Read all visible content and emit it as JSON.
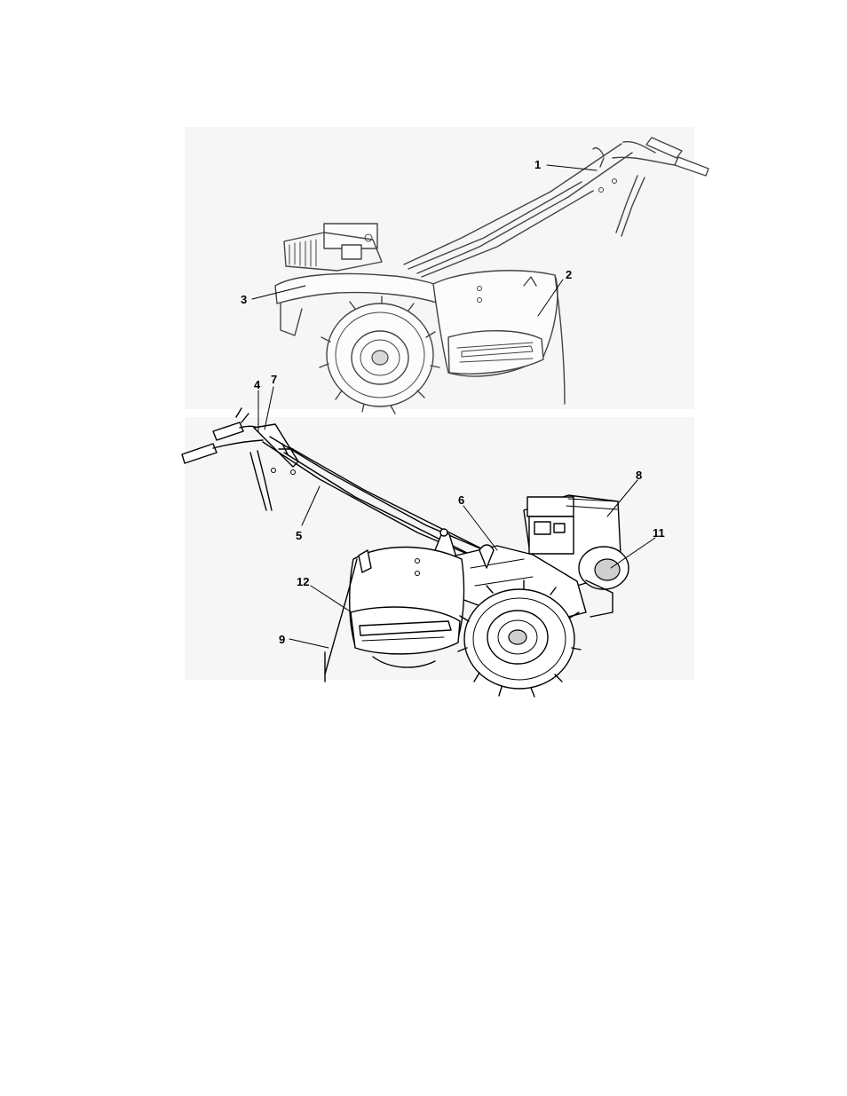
{
  "callouts_top": {
    "c1": "1",
    "c2": "2",
    "c3": "3"
  },
  "callouts_bottom": {
    "c4": "4",
    "c5": "5",
    "c6": "6",
    "c7": "7",
    "c8": "8",
    "c9": "9",
    "c11": "11",
    "c12": "12"
  }
}
